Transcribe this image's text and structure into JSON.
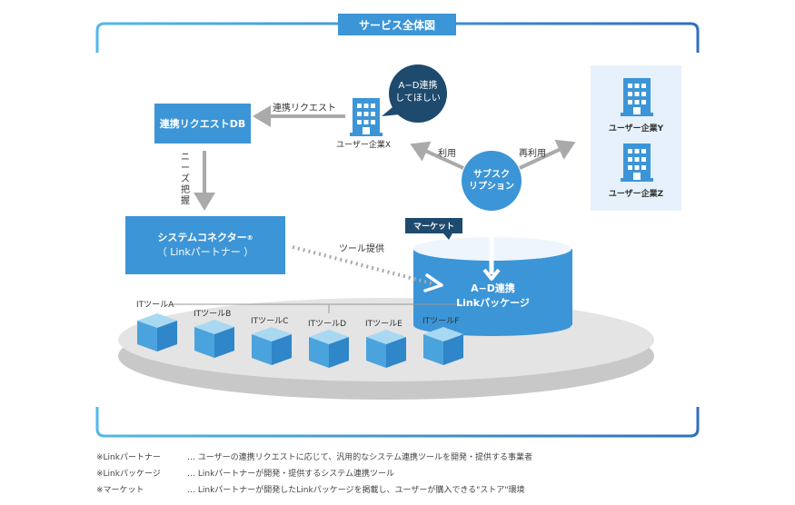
{
  "title": "サービス全体図",
  "request_db": "連携リクエストDB",
  "request_arrow": "連携リクエスト",
  "needs": "ニーズ把握",
  "connector": {
    "line1": "システムコネクター",
    "mark": "®",
    "line2": "（ Linkパートナー ）"
  },
  "tool_supply": "ツール提供",
  "company_x": "ユーザー企業X",
  "bubble": {
    "line1": "A−D連携",
    "line2": "してほしい"
  },
  "use": "利用",
  "reuse": "再利用",
  "subscription": {
    "line1": "サブスク",
    "line2": "リプション"
  },
  "market": "マーケット",
  "package": {
    "line1": "A−D連携",
    "line2": "Linkパッケージ"
  },
  "company_y": "ユーザー企業Y",
  "company_z": "ユーザー企業Z",
  "it_tools": [
    "ITツールA",
    "ITツールB",
    "ITツールC",
    "ITツールD",
    "ITツールE",
    "ITツールF"
  ],
  "notes": [
    {
      "term": "※Linkパートナー",
      "desc": "… ユーザーの連携リクエストに応じて、汎用的なシステム連携ツールを開発・提供する事業者"
    },
    {
      "term": "※Linkパッケージ",
      "desc": "… Linkパートナーが開発・提供するシステム連携ツール"
    },
    {
      "term": "※マーケット",
      "desc": "… Linkパートナーが開発したLinkパッケージを掲載し、ユーザーが購入できる\"ストア\"環境"
    }
  ],
  "colors": {
    "blue": "#3c95d6",
    "dark_navy": "#1e4a6e",
    "arrow_gray": "#aaaaaa",
    "platform": "#e4e4e4",
    "light_panel": "#e6f1fb"
  }
}
